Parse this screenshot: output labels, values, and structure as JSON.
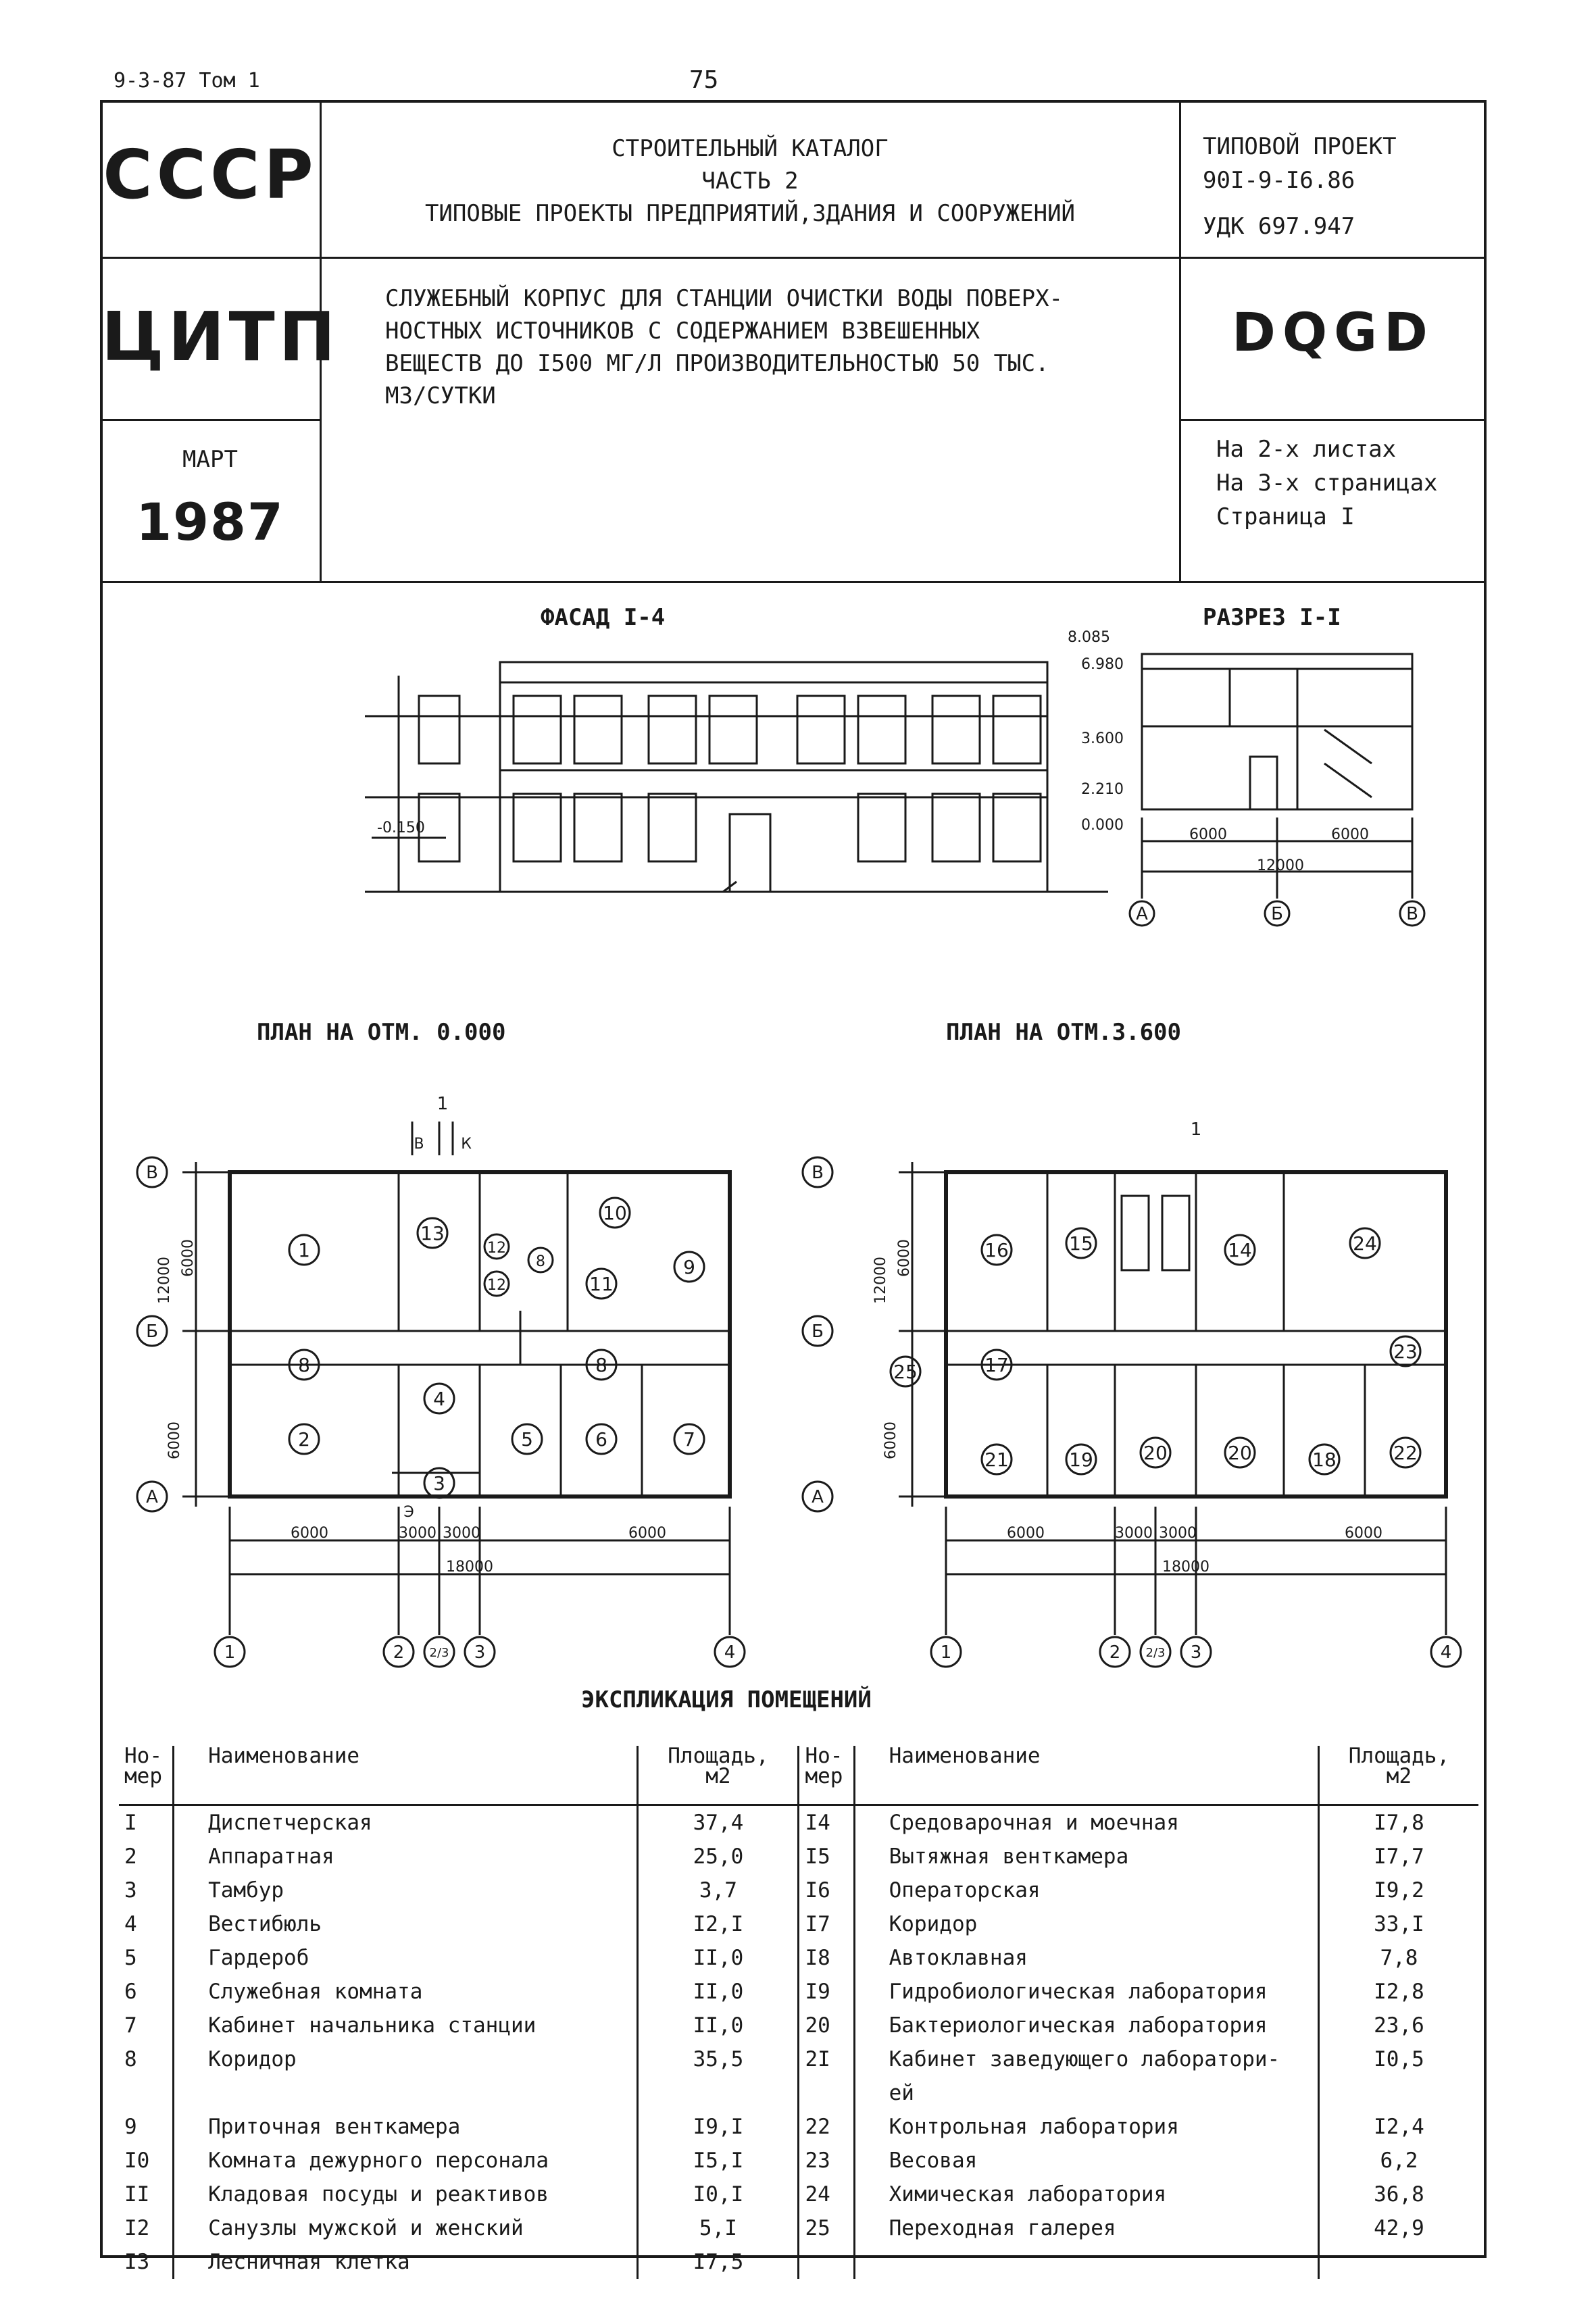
{
  "header": {
    "series": "9-3-87 Том 1",
    "page_number": "75"
  },
  "title_block": {
    "org1": "СССР",
    "org2": "ЦИТП",
    "month": "МАРТ",
    "year": "1987",
    "catalog": [
      "СТРОИТЕЛЬНЫЙ КАТАЛОГ",
      "ЧАСТЬ 2",
      "ТИПОВЫЕ ПРОЕКТЫ ПРЕДПРИЯТИЙ,ЗДАНИЯ И СООРУЖЕНИЙ"
    ],
    "project_label": "ТИПОВОЙ ПРОЕКТ",
    "project_number": "90I-9-I6.86",
    "udk": "УДК 697.947",
    "title_lines": [
      "СЛУЖЕБНЫЙ КОРПУС ДЛЯ СТАНЦИИ ОЧИСТКИ ВОДЫ ПОВЕРХ-",
      "НОСТНЫХ ИСТОЧНИКОВ С СОДЕРЖАНИЕМ ВЗВЕШЕННЫХ",
      "ВЕЩЕСТВ ДО I500 МГ/Л ПРОИЗВОДИТЕЛЬНОСТЬЮ 50 ТЫС.",
      "М3/СУТКИ"
    ],
    "code": "DQGD",
    "sheets": [
      "На 2-х листах",
      "На 3-х страницах",
      "Страница I"
    ]
  },
  "drawings": {
    "facade_title": "ФАСАД I-4",
    "section_title": "РАЗРЕЗ I-I",
    "plan1_title": "ПЛАН НА ОТМ. 0.000",
    "plan2_title": "ПЛАН НА ОТМ.3.600",
    "facade_mark": "-0.150",
    "section_marks": [
      "8.085",
      "6.980",
      "3.600",
      "2.210",
      "0.000"
    ],
    "section_dims": [
      "6000",
      "6000",
      "12000"
    ],
    "section_axes": [
      "А",
      "Б",
      "В"
    ],
    "plan_axes_h": [
      "1",
      "2",
      "2/3",
      "3",
      "4"
    ],
    "plan_axes_v": [
      "В",
      "Б",
      "А"
    ],
    "plan_dims_h": [
      "6000",
      "3000",
      "3000",
      "6000",
      "18000"
    ],
    "plan_dims_v": [
      "6000",
      "12000",
      "6000"
    ],
    "cut_mark": "1",
    "plan1_labels": [
      "В",
      "К",
      "Э"
    ],
    "plan1_rooms": [
      "1",
      "13",
      "10",
      "12",
      "8",
      "11",
      "9",
      "12",
      "8",
      "8",
      "2",
      "4",
      "5",
      "6",
      "7",
      "3"
    ],
    "plan2_rooms": [
      "16",
      "15",
      "14",
      "24",
      "25",
      "17",
      "23",
      "21",
      "19",
      "20",
      "20",
      "18",
      "22"
    ],
    "expl_title": "ЭКСПЛИКАЦИЯ ПОМЕЩЕНИЙ"
  },
  "table": {
    "headers": {
      "num": "Но-\nмер",
      "name": "Наименование",
      "area": "Площадь,\nм2"
    },
    "left": [
      {
        "num": "I",
        "name": "Диспетчерская",
        "area": "37,4"
      },
      {
        "num": "2",
        "name": "Аппаратная",
        "area": "25,0"
      },
      {
        "num": "3",
        "name": "Тамбур",
        "area": "3,7"
      },
      {
        "num": "4",
        "name": "Вестибюль",
        "area": "I2,I"
      },
      {
        "num": "5",
        "name": "Гардероб",
        "area": "II,0"
      },
      {
        "num": "6",
        "name": "Служебная комната",
        "area": "II,0"
      },
      {
        "num": "7",
        "name": "Кабинет начальника станции",
        "area": "II,0"
      },
      {
        "num": "8",
        "name": "Коридор",
        "area": "35,5"
      },
      {
        "num": "9",
        "name": "Приточная венткамера",
        "area": "I9,I"
      },
      {
        "num": "I0",
        "name": "Комната дежурного персонала",
        "area": "I5,I"
      },
      {
        "num": "II",
        "name": "Кладовая посуды и реактивов",
        "area": "I0,I"
      },
      {
        "num": "I2",
        "name": "Санузлы мужской и женский",
        "area": "5,I"
      },
      {
        "num": "I3",
        "name": "Лесничная клетка",
        "area": "I7,5"
      }
    ],
    "right": [
      {
        "num": "I4",
        "name": "Средоварочная и моечная",
        "area": "I7,8"
      },
      {
        "num": "I5",
        "name": "Вытяжная венткамера",
        "area": "I7,7"
      },
      {
        "num": "I6",
        "name": "Операторская",
        "area": "I9,2"
      },
      {
        "num": "I7",
        "name": "Коридор",
        "area": "33,I"
      },
      {
        "num": "I8",
        "name": "Автоклавная",
        "area": "7,8"
      },
      {
        "num": "I9",
        "name": "Гидробиологическая лаборатория",
        "area": "I2,8"
      },
      {
        "num": "20",
        "name": "Бактериологическая лаборатория",
        "area": "23,6"
      },
      {
        "num": "2I",
        "name": "Кабинет заведующего лаборатори-\nей",
        "area": "I0,5"
      },
      {
        "num": "22",
        "name": "Контрольная лаборатория",
        "area": "I2,4"
      },
      {
        "num": "23",
        "name": "Весовая",
        "area": "6,2"
      },
      {
        "num": "24",
        "name": "Химическая лаборатория",
        "area": "36,8"
      },
      {
        "num": "25",
        "name": "Переходная галерея",
        "area": "42,9"
      },
      {
        "num": "",
        "name": "",
        "area": ""
      }
    ]
  }
}
